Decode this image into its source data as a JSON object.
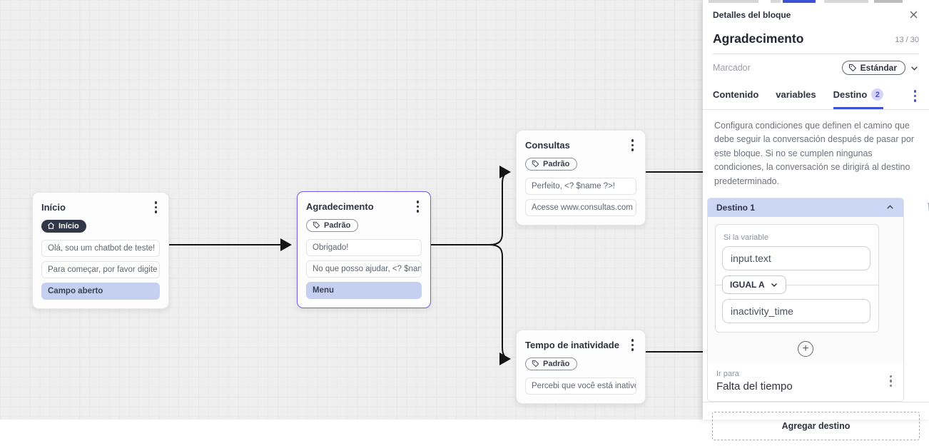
{
  "canvas": {
    "nodes": [
      {
        "title": "Início",
        "badge": {
          "label": "Início",
          "icon": "home-icon"
        },
        "rows": [
          {
            "text": "Olá, sou um chatbot de teste!",
            "highlight": false
          },
          {
            "text": "Para começar, por favor digite o ...",
            "highlight": false
          },
          {
            "text": "Campo aberto",
            "highlight": true
          }
        ]
      },
      {
        "title": "Agradecimento",
        "selected": true,
        "badge": {
          "label": "Padrão",
          "icon": "tag-icon"
        },
        "rows": [
          {
            "text": "Obrigado!",
            "highlight": false
          },
          {
            "text": "No que posso ajudar, <? $name ...",
            "highlight": false
          },
          {
            "text": "Menu",
            "highlight": true
          }
        ]
      },
      {
        "title": "Consultas",
        "badge": {
          "label": "Padrão",
          "icon": "tag-icon"
        },
        "rows": [
          {
            "text": "Perfeito, <? $name ?>!",
            "highlight": false
          },
          {
            "text": "Acesse www.consultas.com par...",
            "highlight": false
          }
        ]
      },
      {
        "title": "Tempo de inatividade",
        "badge": {
          "label": "Padrão",
          "icon": "tag-icon"
        },
        "rows": [
          {
            "text": "Percebi que você está inativo. C...",
            "highlight": false
          }
        ]
      }
    ]
  },
  "panel": {
    "header": {
      "title": "Detalles del bloque"
    },
    "block": {
      "name": "Agradecimento",
      "counter": "13 / 30",
      "marker_placeholder": "Marcador",
      "marker_value": "Estándar"
    },
    "tabs": [
      {
        "label": "Contenido",
        "active": false
      },
      {
        "label": "variables",
        "active": false
      },
      {
        "label": "Destino",
        "badge": "2",
        "active": true
      }
    ],
    "description": "Configura condiciones que definen el camino que debe seguir la conversación después de pasar por este bloque. Si no se cumplen ningunas condiciones, la conversación se dirigirá al destino predeterminado.",
    "destination": {
      "title": "Destino 1",
      "condition_label": "Si la variable",
      "variable_value": "input.text",
      "operator": "IGUAL A",
      "value": "inactivity_time",
      "goto_label": "Ir para",
      "goto_value": "Falta del tiempo"
    },
    "add_button_label": "Agregar destino"
  },
  "colors": {
    "accent_blue": "#3d52d5",
    "selected_node_border": "#6f5ce6",
    "highlight_row": "#c5d0f1",
    "destination_header": "#ccd6f5",
    "badge_dark": "#323747",
    "edge": "#141414"
  }
}
